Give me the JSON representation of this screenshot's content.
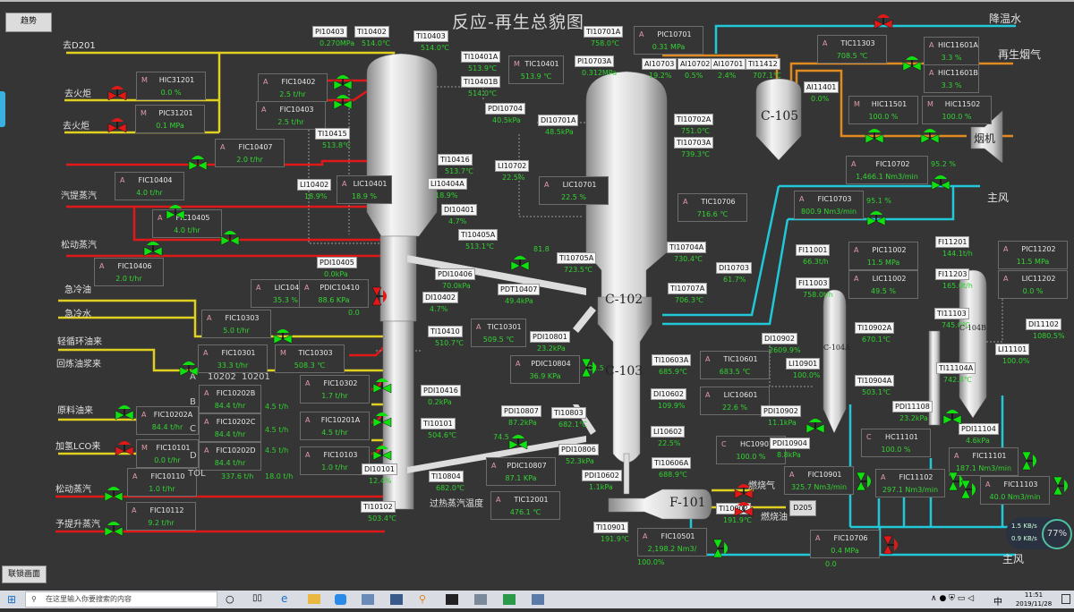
{
  "title": "反应-再生总貌图",
  "buttons": {
    "trend": "趋势",
    "interlock": "联锁画面",
    "d205": "D205"
  },
  "colors": {
    "background": "#353535",
    "value": "#2fd12f",
    "steam": "#e01818",
    "oil": "#e0d020",
    "air": "#20c8d8",
    "flue": "#e08a20",
    "valve_open": "#10e010",
    "valve_closed": "#e01818"
  },
  "controllers": [
    {
      "mode": "M",
      "tag": "HIC31201",
      "value": "0.0 %"
    },
    {
      "mode": "M",
      "tag": "PIC31201",
      "value": "0.1 MPa"
    },
    {
      "mode": "A",
      "tag": "FIC10402",
      "value": "2.5 t/hr"
    },
    {
      "mode": "A",
      "tag": "FIC10403",
      "value": "2.5 t/hr"
    },
    {
      "mode": "A",
      "tag": "FIC10407",
      "value": "2.0 t/hr"
    },
    {
      "mode": "A",
      "tag": "FIC10404",
      "value": "4.0 t/hr"
    },
    {
      "mode": "A",
      "tag": "FIC10405",
      "value": "4.0 t/hr"
    },
    {
      "mode": "A",
      "tag": "FIC10406",
      "value": "2.0 t/hr"
    },
    {
      "mode": "A",
      "tag": "LIC10401",
      "value": "18.9 %"
    },
    {
      "mode": "A",
      "tag": "LIC10403",
      "value": "35.3 %"
    },
    {
      "mode": "A",
      "tag": "PDIC10410",
      "value": "88.6 KPa"
    },
    {
      "mode": "A",
      "tag": "FIC10303",
      "value": "5.0 t/hr"
    },
    {
      "mode": "A",
      "tag": "FIC10301",
      "value": "33.3 t/hr"
    },
    {
      "mode": "M",
      "tag": "TIC10303",
      "value": "508.3 ℃"
    },
    {
      "mode": "A",
      "tag": "FIC10302",
      "value": "1.7 t/hr"
    },
    {
      "mode": "A",
      "tag": "FIC10202B",
      "value": "84.4 t/hr"
    },
    {
      "mode": "A",
      "tag": "FIC10202A",
      "value": "84.4 t/hr"
    },
    {
      "mode": "A",
      "tag": "FIC10202C",
      "value": "84.4 t/hr"
    },
    {
      "mode": "A",
      "tag": "FIC10201A",
      "value": "4.5 t/hr"
    },
    {
      "mode": "M",
      "tag": "FIC10101",
      "value": "0.0 t/hr"
    },
    {
      "mode": "A",
      "tag": "FIC10202D",
      "value": "84.4 t/hr"
    },
    {
      "mode": "A",
      "tag": "FIC10103",
      "value": "1.0 t/hr"
    },
    {
      "mode": "A",
      "tag": "FIC10110",
      "value": "1.0 t/hr"
    },
    {
      "mode": "A",
      "tag": "FIC10112",
      "value": "9.2 t/hr"
    },
    {
      "mode": "M",
      "tag": "TIC10401",
      "value": "513.9 ℃"
    },
    {
      "mode": "A",
      "tag": "PIC10701",
      "value": "0.31 MPa"
    },
    {
      "mode": "A",
      "tag": "LIC10701",
      "value": "22.5 %"
    },
    {
      "mode": "A",
      "tag": "TIC10706",
      "value": "716.6 ℃"
    },
    {
      "mode": "A",
      "tag": "TIC10301",
      "value": "509.5 ℃"
    },
    {
      "mode": "A",
      "tag": "PDIC10804",
      "value": "36.9 KPa"
    },
    {
      "mode": "A",
      "tag": "PDIC10807",
      "value": "87.1 KPa"
    },
    {
      "mode": "A",
      "tag": "TIC12001",
      "value": "476.1 ℃"
    },
    {
      "mode": "A",
      "tag": "TIC10601",
      "value": "683.5 ℃"
    },
    {
      "mode": "A",
      "tag": "LIC10601",
      "value": "22.6 %"
    },
    {
      "mode": "C",
      "tag": "HC10901",
      "value": "100.0 %"
    },
    {
      "mode": "A",
      "tag": "FIC10501",
      "value": "2,198.2 Nm3/"
    },
    {
      "mode": "A",
      "tag": "FIC10901",
      "value": "325.7 Nm3/min"
    },
    {
      "mode": "A",
      "tag": "FIC11102",
      "value": "297.1 Nm3/min"
    },
    {
      "mode": "A",
      "tag": "FIC11101",
      "value": "187.1 Nm3/min"
    },
    {
      "mode": "A",
      "tag": "FIC11103",
      "value": "40.0 Nm3/min"
    },
    {
      "mode": "A",
      "tag": "FIC10706",
      "value": "0.4 MPa"
    },
    {
      "mode": "C",
      "tag": "HC11101",
      "value": "100.0 %"
    },
    {
      "mode": "A",
      "tag": "PIC11002",
      "value": "11.5 MPa"
    },
    {
      "mode": "A",
      "tag": "LIC11002",
      "value": "49.5 %"
    },
    {
      "mode": "A",
      "tag": "PIC11202",
      "value": "11.5 MPa"
    },
    {
      "mode": "A",
      "tag": "LIC11202",
      "value": "0.0 %"
    },
    {
      "mode": "A",
      "tag": "TIC11303",
      "value": "708.5 ℃"
    },
    {
      "mode": "A",
      "tag": "HIC11601A",
      "value": "3.3 %"
    },
    {
      "mode": "A",
      "tag": "HIC11601B",
      "value": "3.3 %"
    },
    {
      "mode": "M",
      "tag": "HIC11501",
      "value": "100.0 %"
    },
    {
      "mode": "M",
      "tag": "HIC11502",
      "value": "100.0 %"
    },
    {
      "mode": "A",
      "tag": "FIC10702",
      "value": "1,466.1 Nm3/min"
    },
    {
      "mode": "A",
      "tag": "FIC10703",
      "value": "800.9 Nm3/min"
    }
  ],
  "indicators": [
    {
      "tag": "PI10403",
      "value": "0.270MPa"
    },
    {
      "tag": "TI10402",
      "value": "514.0℃"
    },
    {
      "tag": "TI10403",
      "value": "514.0℃"
    },
    {
      "tag": "TI10401A",
      "value": "513.9℃"
    },
    {
      "tag": "TI10401B",
      "value": "514.0℃"
    },
    {
      "tag": "PDI10704",
      "value": "40.5kPa"
    },
    {
      "tag": "TI10415",
      "value": "513.8℃"
    },
    {
      "tag": "TI10416",
      "value": "513.7℃"
    },
    {
      "tag": "LI10402",
      "value": "18.9%"
    },
    {
      "tag": "LI10404A",
      "value": "18.9%"
    },
    {
      "tag": "DI10401",
      "value": "4.7%"
    },
    {
      "tag": "TI10405A",
      "value": "513.1℃"
    },
    {
      "tag": "PDI10405",
      "value": "0.0kPa"
    },
    {
      "tag": "PDI10406",
      "value": "70.0kPa"
    },
    {
      "tag": "DI10402",
      "value": "4.7%"
    },
    {
      "tag": "PDT10407",
      "value": "49.4kPa"
    },
    {
      "tag": "TI10410",
      "value": "510.7℃"
    },
    {
      "tag": "PDI10416",
      "value": "0.2kPa"
    },
    {
      "tag": "TI10101",
      "value": "504.6℃"
    },
    {
      "tag": "DI10101",
      "value": "12.4%"
    },
    {
      "tag": "TI10102",
      "value": "503.4℃"
    },
    {
      "tag": "TI10804",
      "value": "682.0℃"
    },
    {
      "tag": "PDI10807",
      "value": "87.2kPa"
    },
    {
      "tag": "TI10803",
      "value": "682.1℃"
    },
    {
      "tag": "PDI10806",
      "value": "52.3kPa"
    },
    {
      "tag": "PDI10801",
      "value": "23.2kPa"
    },
    {
      "tag": "TI10701A",
      "value": "758.0℃"
    },
    {
      "tag": "PI10703A",
      "value": "0.312MPa"
    },
    {
      "tag": "AI10703",
      "value": "19.2%"
    },
    {
      "tag": "AI10702",
      "value": "0.5%"
    },
    {
      "tag": "AI10701",
      "value": "2.4%"
    },
    {
      "tag": "TI11412",
      "value": "707.1℃"
    },
    {
      "tag": "DI10701A",
      "value": "48.5kPa"
    },
    {
      "tag": "LI10702",
      "value": "22.5%"
    },
    {
      "tag": "TI10702A",
      "value": "751.0℃"
    },
    {
      "tag": "TI10703A",
      "value": "739.3℃"
    },
    {
      "tag": "TI10705A",
      "value": "723.5℃"
    },
    {
      "tag": "TI10704A",
      "value": "730.4℃"
    },
    {
      "tag": "DI10703",
      "value": "61.7%"
    },
    {
      "tag": "TI10707A",
      "value": "706.3℃"
    },
    {
      "tag": "TI10603A",
      "value": "685.9℃"
    },
    {
      "tag": "DI10602",
      "value": "109.9%"
    },
    {
      "tag": "LI10602",
      "value": "22.5%"
    },
    {
      "tag": "TI10606A",
      "value": "688.9℃"
    },
    {
      "tag": "PDI10602",
      "value": "1.1kPa"
    },
    {
      "tag": "TI10901",
      "value": "191.9℃"
    },
    {
      "tag": "TI10902",
      "value": "191.9℃"
    },
    {
      "tag": "AI11401",
      "value": "0.0%"
    },
    {
      "tag": "FI11001",
      "value": "66.3t/h"
    },
    {
      "tag": "FI11003",
      "value": "758.0t/h"
    },
    {
      "tag": "DI10902",
      "value": "2609.9%"
    },
    {
      "tag": "LI10901",
      "value": "100.0%"
    },
    {
      "tag": "TI10902A",
      "value": "670.1℃"
    },
    {
      "tag": "TI10904A",
      "value": "503.1℃"
    },
    {
      "tag": "PDI10902",
      "value": "11.1kPa"
    },
    {
      "tag": "PDI10904",
      "value": "8.8kPa"
    },
    {
      "tag": "FI11201",
      "value": "144.1t/h"
    },
    {
      "tag": "FI11203",
      "value": "165.0t/h"
    },
    {
      "tag": "TI11103",
      "value": "745.0℃"
    },
    {
      "tag": "DI11102",
      "value": "1080.5%"
    },
    {
      "tag": "LI11101",
      "value": "100.0%"
    },
    {
      "tag": "TI11104A",
      "value": "742.4℃"
    },
    {
      "tag": "PDI11108",
      "value": "23.2kPa"
    },
    {
      "tag": "PDI11104",
      "value": "4.6kPa"
    }
  ],
  "numbers": [
    "81.8",
    "82.5",
    "74.5",
    "0.0",
    "95.2 %",
    "95.1 %",
    "100.0%",
    "0.0",
    "4.5 t/h",
    "4.5 t/h",
    "4.5 t/h",
    "18.0 t/h",
    "337.6 t/h"
  ],
  "feed_labels": [
    "10202",
    "10201",
    "A",
    "B",
    "C",
    "D",
    "TOL"
  ],
  "streams": [
    "去D201",
    "去火炬",
    "去火炬",
    "汽提蒸汽",
    "松动蒸汽",
    "急冷油",
    "急冷水",
    "轻循环油来",
    "回炼油浆来",
    "原料油来",
    "加氢LCO来",
    "松动蒸汽",
    "予提升蒸汽",
    "降温水",
    "再生烟气",
    "主风",
    "主风",
    "燃烧气",
    "燃烧油",
    "过热蒸汽温度",
    "烟机"
  ],
  "vessels": [
    "C-102",
    "C-103",
    "C-105",
    "F-101",
    "C-104A",
    "C-104B"
  ],
  "network": {
    "percent": "77%",
    "up": "1.5 KB/s",
    "down": "0.9 KB/s"
  },
  "taskbar": {
    "search_placeholder": "在这里输入你要搜索的内容",
    "time": "11:51",
    "date": "2019/11/28",
    "ime": "中"
  }
}
